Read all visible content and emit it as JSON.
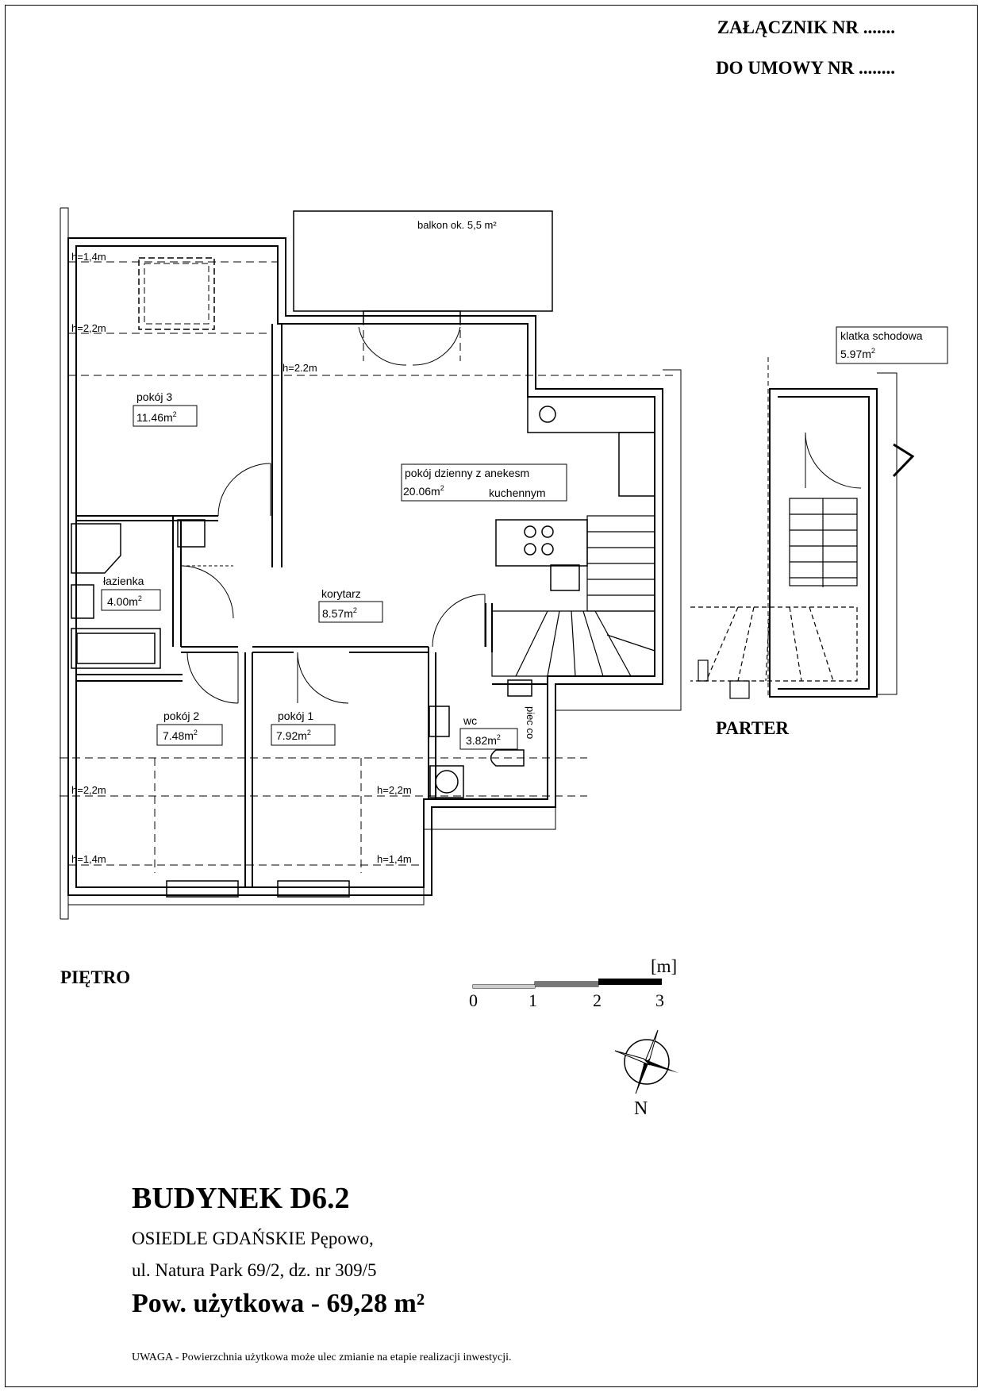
{
  "header": {
    "annex": "ZAŁĄCZNIK NR .......",
    "contract": "DO UMOWY NR ........"
  },
  "plan": {
    "balcony": "balkon ok. 5,5 m²",
    "heights": {
      "h14": "h=1,4m",
      "h22": "h=2,2m",
      "h22b": "h=2.2m"
    },
    "rooms": {
      "room3": {
        "name": "pokój 3",
        "area": "11.46"
      },
      "living": {
        "name": "pokój dzienny z anekesm",
        "area": "20.06",
        "name2": "kuchennym"
      },
      "bathroom": {
        "name": "łazienka",
        "area": "4.00"
      },
      "corridor": {
        "name": "korytarz",
        "area": "8.57"
      },
      "room2": {
        "name": "pokój 2",
        "area": "7.48"
      },
      "room1": {
        "name": "pokój 1",
        "area": "7.92"
      },
      "wc": {
        "name": "wc",
        "area": "3.82"
      },
      "stairwell": {
        "name": "klatka schodowa",
        "area": "5.97"
      }
    },
    "unit_m": "m",
    "sup2": "2",
    "stove": "piec co"
  },
  "sections": {
    "upper": "PIĘTRO",
    "ground": "PARTER"
  },
  "scale": {
    "unit": "[m]",
    "ticks": [
      "0",
      "1",
      "2",
      "3"
    ]
  },
  "compass": {
    "north": "N"
  },
  "footer": {
    "building": "BUDYNEK D6.2",
    "estate": "OSIEDLE GDAŃSKIE Pępowo,",
    "address": "ul. Natura Park 69/2, dz. nr 309/5",
    "usable_area": "Pow. użytkowa - 69,28  m²",
    "warning": "UWAGA - Powierzchnia użytkowa może ulec zmianie na etapie realizacji inwestycji."
  }
}
